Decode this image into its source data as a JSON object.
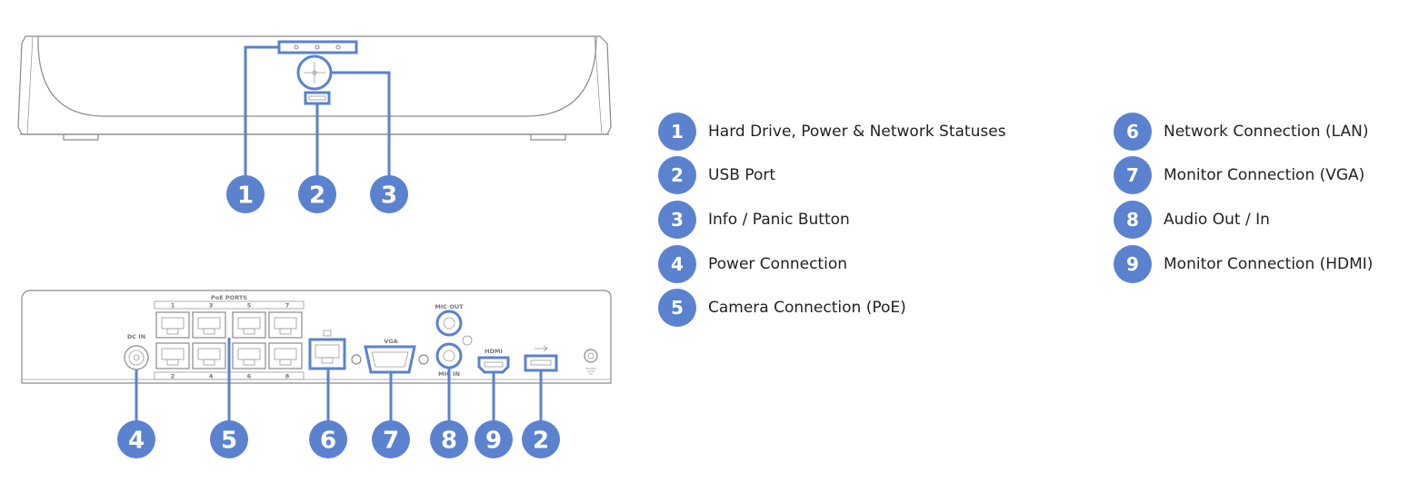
{
  "front_callouts": [
    {
      "id": "1"
    },
    {
      "id": "2"
    },
    {
      "id": "3"
    }
  ],
  "rear_callouts": [
    {
      "id": "4"
    },
    {
      "id": "5"
    },
    {
      "id": "6"
    },
    {
      "id": "7"
    },
    {
      "id": "8"
    },
    {
      "id": "9"
    },
    {
      "id": "2"
    }
  ],
  "rear_labels": {
    "poe_ports": "PoE PORTS",
    "vga": "VGA",
    "mic_out": "MIC OUT",
    "mic_in": "MIC IN",
    "hdmi": "HDMI",
    "dc_in": "DC IN",
    "port_numbers_top": [
      "1",
      "3",
      "5",
      "7"
    ],
    "port_numbers_bottom": [
      "2",
      "4",
      "6",
      "8"
    ]
  },
  "legend": [
    {
      "num": "1",
      "label": "Hard Drive, Power & Network Statuses"
    },
    {
      "num": "2",
      "label": "USB Port"
    },
    {
      "num": "3",
      "label": "Info / Panic Button"
    },
    {
      "num": "4",
      "label": "Power Connection"
    },
    {
      "num": "5",
      "label": "Camera Connection (PoE)"
    },
    {
      "num": "6",
      "label": "Network Connection (LAN)"
    },
    {
      "num": "7",
      "label": "Monitor Connection (VGA)"
    },
    {
      "num": "8",
      "label": "Audio Out / In"
    },
    {
      "num": "9",
      "label": "Monitor Connection (HDMI)"
    }
  ],
  "colors": {
    "accent": "#5a82cf",
    "line_art": "#8a8a8a"
  }
}
